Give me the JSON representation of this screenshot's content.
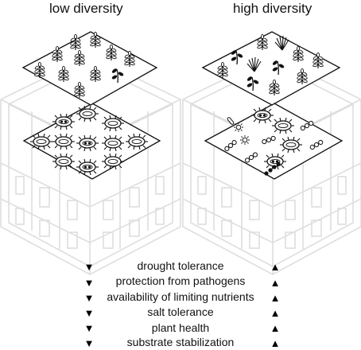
{
  "panels": {
    "left_title": "low diversity",
    "right_title": "high diversity"
  },
  "traits": [
    "drought tolerance",
    "protection from pathogens",
    "availability of limiting nutrients",
    "salt tolerance",
    "plant health",
    "substrate stabilization"
  ],
  "colors": {
    "ink": "#111111",
    "frame": "#dddddd",
    "plate": "#ffffff"
  },
  "icons": {
    "left_down": "arrow-down-icon",
    "right_up": "arrow-up-icon"
  }
}
